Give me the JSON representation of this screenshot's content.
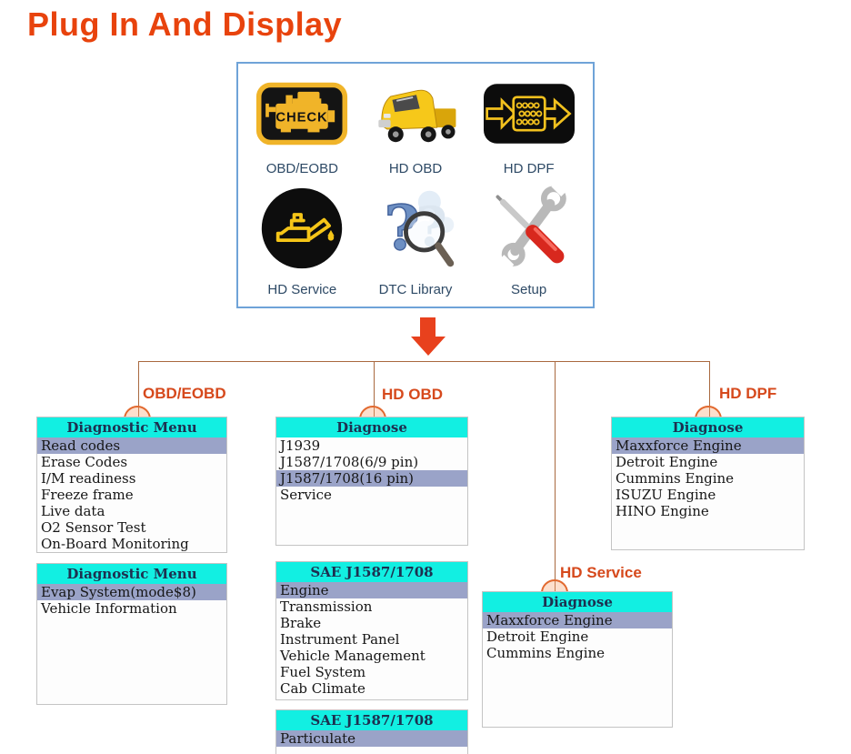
{
  "title": "Plug In And Display",
  "launcher": {
    "check_engine_text": "CHECK",
    "items": [
      {
        "label": "OBD/EOBD",
        "icon": "check-engine-icon"
      },
      {
        "label": "HD OBD",
        "icon": "truck-icon"
      },
      {
        "label": "HD DPF",
        "icon": "dpf-filter-icon"
      },
      {
        "label": "HD Service",
        "icon": "oil-can-icon"
      },
      {
        "label": "DTC Library",
        "icon": "question-magnifier-icon"
      },
      {
        "label": "Setup",
        "icon": "tools-icon"
      }
    ]
  },
  "branches": {
    "obd_eobd": "OBD/EOBD",
    "hd_obd": "HD OBD",
    "hd_dpf": "HD DPF",
    "hd_service": "HD Service"
  },
  "panels": [
    {
      "header": "Diagnostic Menu",
      "highlight": 0,
      "items": [
        "Read codes",
        "Erase Codes",
        "I/M readiness",
        "Freeze frame",
        "Live data",
        "O2 Sensor Test",
        "On-Board Monitoring"
      ]
    },
    {
      "header": "Diagnostic Menu",
      "highlight": 0,
      "items": [
        "Evap System(mode$8)",
        "Vehicle Information"
      ]
    },
    {
      "header": "Diagnose",
      "highlight": 2,
      "items": [
        "J1939",
        "J1587/1708(6/9 pin)",
        "J1587/1708(16 pin)",
        "Service"
      ]
    },
    {
      "header": "SAE J1587/1708",
      "highlight": 0,
      "items": [
        "Engine",
        "Transmission",
        "Brake",
        "Instrument Panel",
        "Vehicle Management",
        "Fuel System",
        "Cab Climate"
      ]
    },
    {
      "header": "SAE J1587/1708",
      "highlight": 0,
      "items": [
        "Particulate"
      ]
    },
    {
      "header": "Diagnose",
      "highlight": 0,
      "items": [
        "Maxxforce Engine",
        "Detroit Engine",
        "Cummins Engine",
        "ISUZU Engine",
        "HINO Engine"
      ]
    },
    {
      "header": "Diagnose",
      "highlight": 0,
      "items": [
        "Maxxforce Engine",
        "Detroit Engine",
        "Cummins Engine"
      ]
    }
  ],
  "colors": {
    "title_orange": "#e8430d",
    "branch_label_orange": "#d6491c",
    "connector_brown": "#a9693f",
    "arrow_red": "#e8411d",
    "header_cyan": "#12efe2",
    "highlight_row": "#9aa3c8",
    "box_border_blue": "#6fa3d8",
    "icon_gold": "#f0b429"
  }
}
